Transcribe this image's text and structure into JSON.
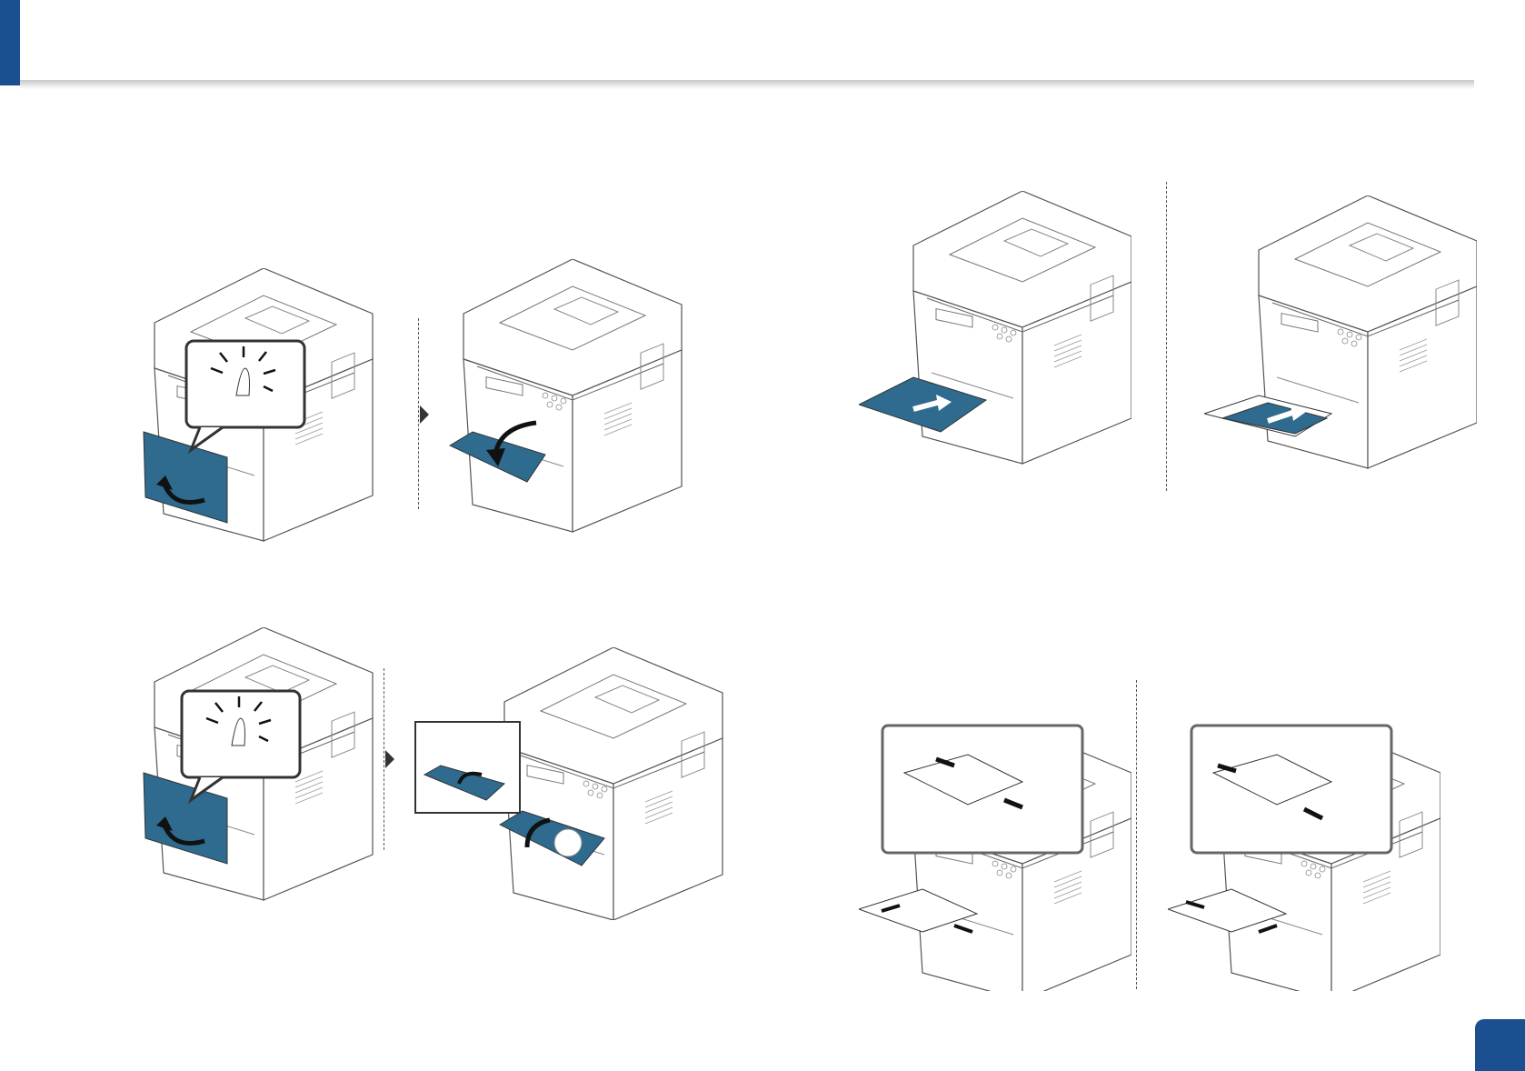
{
  "page": {
    "header_color": "#1b4f8f",
    "accent_color": "#2e6b8e",
    "page_number": ""
  },
  "illustrations": [
    {
      "id": "open-tray-press",
      "icon": "printer-press-button-icon"
    },
    {
      "id": "open-tray-result",
      "icon": "printer-tray-open-icon"
    },
    {
      "id": "insert-paper-a",
      "icon": "printer-insert-paper-icon"
    },
    {
      "id": "insert-paper-b",
      "icon": "printer-insert-paper-icon"
    },
    {
      "id": "open-tray-press-2",
      "icon": "printer-press-button-icon"
    },
    {
      "id": "extend-tray",
      "icon": "printer-extend-tray-icon"
    },
    {
      "id": "adjust-guides-a",
      "icon": "printer-adjust-guides-icon"
    },
    {
      "id": "adjust-guides-b",
      "icon": "printer-adjust-guides-icon"
    }
  ]
}
